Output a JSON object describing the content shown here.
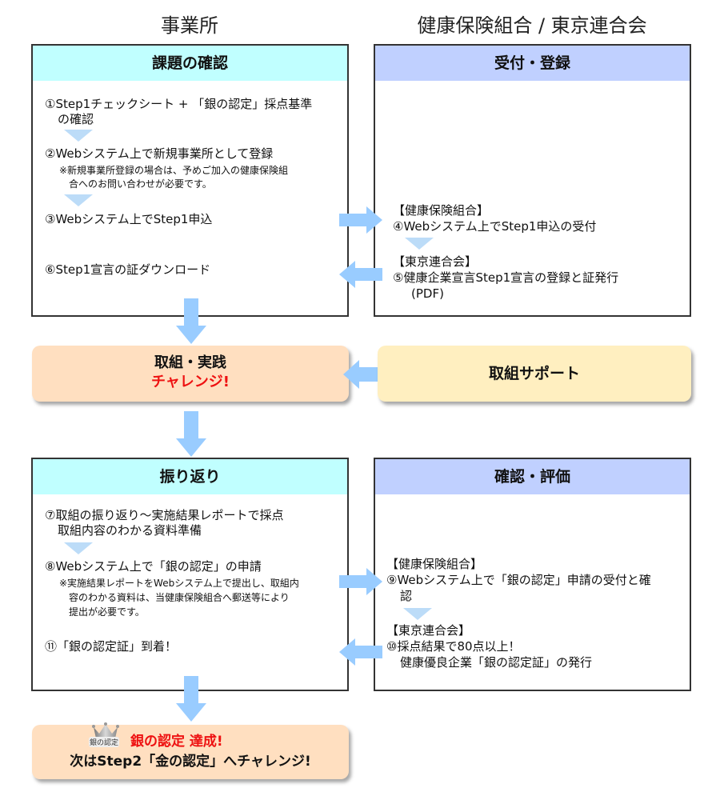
{
  "columns": {
    "left_title": "事業所",
    "right_title": "健康保険組合 / 東京連合会"
  },
  "colors": {
    "header_cyan": "#c0ffff",
    "header_blue": "#c0d0ff",
    "box_orange": "#ffdfc0",
    "box_yellow": "#ffefc0",
    "arrow": "#99ccff",
    "accent_red": "#ee1111"
  },
  "section1": {
    "left": {
      "header": "課題の確認",
      "step1_line1": "①Step1チェックシート + 「銀の認定」採点基準",
      "step1_line2": "の確認",
      "step2": "②Webシステム上で新規事業所として登録",
      "step2_note_line1": "※新規事業所登録の場合は、予めご加入の健康保険組",
      "step2_note_line2": "合へのお問い合わせが必要です。",
      "step3": "③Webシステム上でStep1申込",
      "step6": "⑥Step1宣言の証ダウンロード"
    },
    "right": {
      "header": "受付・登録",
      "org1": "【健康保険組合】",
      "step4": "④Webシステム上でStep1申込の受付",
      "org2": "【東京連合会】",
      "step5_line1": "⑤健康企業宣言Step1宣言の登録と証発行",
      "step5_line2": "(PDF)"
    }
  },
  "practice": {
    "title": "取組・実践",
    "challenge": "チャレンジ!",
    "support": "取組サポート"
  },
  "section2": {
    "left": {
      "header": "振り返り",
      "step7_line1": "⑦取組の振り返り～実施結果レポートで採点",
      "step7_line2": "取組内容のわかる資料準備",
      "step8": "⑧Webシステム上で「銀の認定」の申請",
      "step8_note_line1": "※実施結果レポートをWebシステム上で提出し、取組内",
      "step8_note_line2": "容のわかる資料は、当健康保険組合へ郵送等により",
      "step8_note_line3": "提出が必要です。",
      "step11": "⑪「銀の認定証」到着！"
    },
    "right": {
      "header": "確認・評価",
      "org1": "【健康保険組合】",
      "step9_line1": "⑨Webシステム上で「銀の認定」申請の受付と確",
      "step9_line2": "認",
      "org2": "【東京連合会】",
      "step10_line1": "⑩採点結果で80点以上！",
      "step10_line2": "健康優良企業「銀の認定証」の発行"
    }
  },
  "final": {
    "badge_label": "銀の認定",
    "achieved": "銀の認定 達成!",
    "next": "次はStep2「金の認定」へチャレンジ!"
  }
}
